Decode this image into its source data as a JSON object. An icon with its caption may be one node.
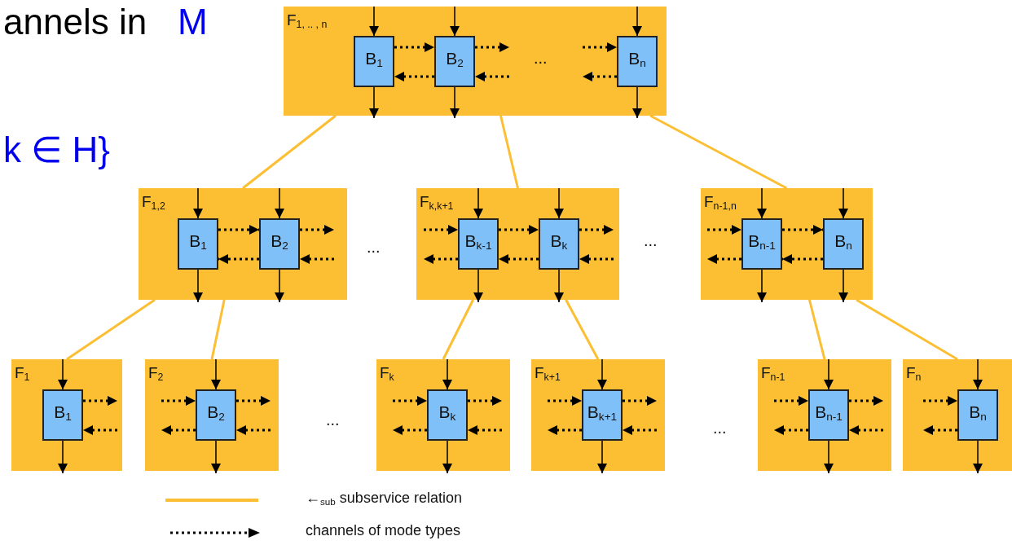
{
  "diagram": {
    "nodes": [
      {
        "text": [
          "F$_{1, .. , n}$"
        ]
      },
      {
        "text": [
          "B$_{1}$"
        ],
        "in": 0
      },
      {
        "text": [
          "B$_{2}$"
        ],
        "in": 0
      },
      {
        "text": [
          "B$_{n}$"
        ],
        "in": 0
      },
      {
        "text": [
          "F$_{1,2}$"
        ]
      },
      {
        "text": [
          "B$_{1}$"
        ],
        "in": 4
      },
      {
        "text": [
          "B$_{2}$"
        ],
        "in": 4
      },
      {
        "text": [
          "F$_{k,k+1}$"
        ]
      },
      {
        "text": [
          "B$_{k-1}$"
        ],
        "in": 7
      },
      {
        "text": [
          "B$_{k}$"
        ],
        "in": 7
      },
      {
        "text": [
          "F$_{n-1,n}$"
        ]
      },
      {
        "text": [
          "B$_{n-1}$"
        ],
        "in": 10
      },
      {
        "text": [
          "B$_{n}$"
        ],
        "in": 10
      },
      {
        "text": [
          "F$_{1}$"
        ]
      },
      {
        "text": [
          "B$_{1}$"
        ],
        "in": 13
      },
      {
        "text": [
          "F$_{2}$"
        ]
      },
      {
        "text": [
          "B$_{2}$"
        ],
        "in": 15
      },
      {
        "text": [
          "F$_{k}$"
        ]
      },
      {
        "text": [
          "B$_{k}$"
        ],
        "in": 17
      },
      {
        "text": [
          "F$_{k+1}$"
        ]
      },
      {
        "text": [
          "B$_{k+1}$"
        ],
        "in": 19
      },
      {
        "text": [
          "F$_{n-1}$"
        ]
      },
      {
        "text": [
          "B$_{n-1}$"
        ],
        "in": 21
      },
      {
        "text": [
          "F$_{n}$"
        ]
      },
      {
        "text": [
          "B$_{n}$"
        ],
        "in": 23
      }
    ],
    "edges": [
      {
        "from": 0,
        "to": 4,
        "arrow": "none",
        "color": "#fcbf33"
      },
      {
        "from": 0,
        "to": 7,
        "arrow": "none",
        "color": "#fcbf33"
      },
      {
        "from": 0,
        "to": 10,
        "arrow": "none",
        "color": "#fcbf33"
      },
      {
        "from": 4,
        "to": 13,
        "arrow": "none",
        "color": "#fcbf33"
      },
      {
        "from": 4,
        "to": 15,
        "arrow": "none",
        "color": "#fcbf33"
      },
      {
        "from": 7,
        "to": 17,
        "arrow": "none",
        "color": "#fcbf33"
      },
      {
        "from": 7,
        "to": 19,
        "arrow": "none",
        "color": "#fcbf33"
      },
      {
        "from": 10,
        "to": 21,
        "arrow": "none",
        "color": "#fcbf33"
      },
      {
        "from": 10,
        "to": 23,
        "arrow": "none",
        "color": "#fcbf33"
      },
      {
        "from": null,
        "to": 1,
        "arrow": "to"
      },
      {
        "from": 1,
        "to": null,
        "arrow": "to"
      },
      {
        "from": null,
        "to": 2,
        "arrow": "to"
      },
      {
        "from": 2,
        "to": null,
        "arrow": "to"
      },
      {
        "from": null,
        "to": 3,
        "arrow": "to"
      },
      {
        "from": 3,
        "to": null,
        "arrow": "to"
      },
      {
        "from": 1,
        "to": 2,
        "arrow": "to",
        "style": "dashed"
      },
      {
        "from": 2,
        "to": 1,
        "arrow": "to",
        "style": "dashed"
      },
      {
        "from": 2,
        "to": null,
        "arrow": "to",
        "style": "dashed"
      },
      {
        "from": null,
        "to": 2,
        "arrow": "to",
        "style": "dashed"
      },
      {
        "from": null,
        "to": 3,
        "arrow": "to",
        "style": "dashed"
      },
      {
        "from": 3,
        "to": null,
        "arrow": "to",
        "style": "dashed"
      },
      {
        "from": null,
        "to": 5,
        "arrow": "to"
      },
      {
        "from": 5,
        "to": null,
        "arrow": "to"
      },
      {
        "from": null,
        "to": 6,
        "arrow": "to"
      },
      {
        "from": 6,
        "to": null,
        "arrow": "to"
      },
      {
        "from": 5,
        "to": 6,
        "arrow": "to",
        "style": "dashed"
      },
      {
        "from": 6,
        "to": 5,
        "arrow": "to",
        "style": "dashed"
      },
      {
        "from": 6,
        "to": null,
        "arrow": "to",
        "style": "dashed"
      },
      {
        "from": null,
        "to": 6,
        "arrow": "to",
        "style": "dashed"
      },
      {
        "from": null,
        "to": 8,
        "arrow": "to"
      },
      {
        "from": 8,
        "to": null,
        "arrow": "to"
      },
      {
        "from": null,
        "to": 9,
        "arrow": "to"
      },
      {
        "from": 9,
        "to": null,
        "arrow": "to"
      },
      {
        "from": null,
        "to": 8,
        "arrow": "to",
        "style": "dashed"
      },
      {
        "from": 8,
        "to": null,
        "arrow": "to",
        "style": "dashed"
      },
      {
        "from": 8,
        "to": 9,
        "arrow": "to",
        "style": "dashed"
      },
      {
        "from": 9,
        "to": 8,
        "arrow": "to",
        "style": "dashed"
      },
      {
        "from": 9,
        "to": null,
        "arrow": "to",
        "style": "dashed"
      },
      {
        "from": null,
        "to": 9,
        "arrow": "to",
        "style": "dashed"
      },
      {
        "from": null,
        "to": 11,
        "arrow": "to"
      },
      {
        "from": 11,
        "to": null,
        "arrow": "to"
      },
      {
        "from": null,
        "to": 12,
        "arrow": "to"
      },
      {
        "from": 12,
        "to": null,
        "arrow": "to"
      },
      {
        "from": null,
        "to": 11,
        "arrow": "to",
        "style": "dashed"
      },
      {
        "from": 11,
        "to": null,
        "arrow": "to",
        "style": "dashed"
      },
      {
        "from": 11,
        "to": 12,
        "arrow": "to",
        "style": "dashed"
      },
      {
        "from": 12,
        "to": 11,
        "arrow": "to",
        "style": "dashed"
      },
      {
        "from": null,
        "to": 14,
        "arrow": "to"
      },
      {
        "from": 14,
        "to": null,
        "arrow": "to"
      },
      {
        "from": 14,
        "to": null,
        "arrow": "to",
        "style": "dashed"
      },
      {
        "from": null,
        "to": 14,
        "arrow": "to",
        "style": "dashed"
      },
      {
        "from": null,
        "to": 16,
        "arrow": "to"
      },
      {
        "from": 16,
        "to": null,
        "arrow": "to"
      },
      {
        "from": null,
        "to": 16,
        "arrow": "to",
        "style": "dashed"
      },
      {
        "from": 16,
        "to": null,
        "arrow": "to",
        "style": "dashed"
      },
      {
        "from": 16,
        "to": null,
        "arrow": "to",
        "style": "dashed"
      },
      {
        "from": null,
        "to": 16,
        "arrow": "to",
        "style": "dashed"
      },
      {
        "from": null,
        "to": 18,
        "arrow": "to"
      },
      {
        "from": 18,
        "to": null,
        "arrow": "to"
      },
      {
        "from": null,
        "to": 18,
        "arrow": "to",
        "style": "dashed"
      },
      {
        "from": 18,
        "to": null,
        "arrow": "to",
        "style": "dashed"
      },
      {
        "from": 18,
        "to": null,
        "arrow": "to",
        "style": "dashed"
      },
      {
        "from": null,
        "to": 18,
        "arrow": "to",
        "style": "dashed"
      },
      {
        "from": null,
        "to": 20,
        "arrow": "to"
      },
      {
        "from": 20,
        "to": null,
        "arrow": "to"
      },
      {
        "from": null,
        "to": 20,
        "arrow": "to",
        "style": "dashed"
      },
      {
        "from": 20,
        "to": null,
        "arrow": "to",
        "style": "dashed"
      },
      {
        "from": 20,
        "to": null,
        "arrow": "to",
        "style": "dashed"
      },
      {
        "from": null,
        "to": 20,
        "arrow": "to",
        "style": "dashed"
      },
      {
        "from": null,
        "to": 22,
        "arrow": "to"
      },
      {
        "from": 22,
        "to": null,
        "arrow": "to"
      },
      {
        "from": null,
        "to": 22,
        "arrow": "to",
        "style": "dashed"
      },
      {
        "from": 22,
        "to": null,
        "arrow": "to",
        "style": "dashed"
      },
      {
        "from": 22,
        "to": null,
        "arrow": "to",
        "style": "dashed"
      },
      {
        "from": null,
        "to": 22,
        "arrow": "to",
        "style": "dashed"
      },
      {
        "from": null,
        "to": 24,
        "arrow": "to"
      },
      {
        "from": 24,
        "to": null,
        "arrow": "to"
      },
      {
        "from": null,
        "to": 24,
        "arrow": "to",
        "style": "dashed"
      },
      {
        "from": 24,
        "to": null,
        "arrow": "to",
        "style": "dashed"
      }
    ],
    "labels": [
      "annels in",
      "M",
      "k ∈ H}",
      "...",
      "...",
      "...",
      "...",
      "..."
    ],
    "legend": [
      {
        "text": "←$_{sub}$ subservice relation"
      },
      {
        "text": "channels of mode types"
      }
    ]
  }
}
